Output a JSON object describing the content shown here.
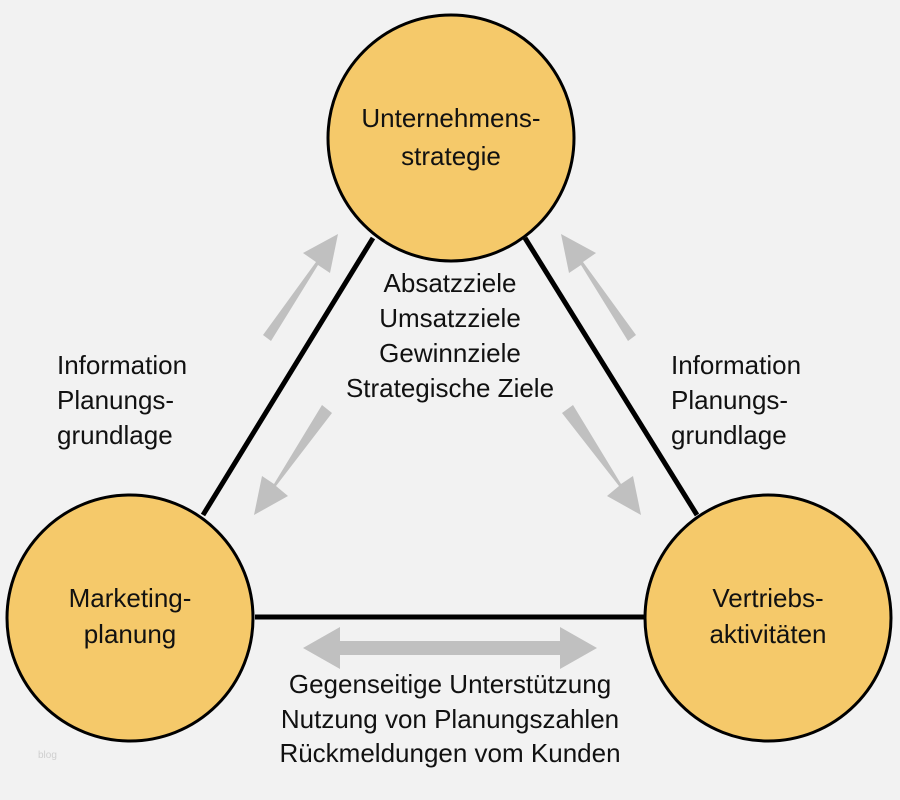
{
  "nodes": {
    "top": {
      "line1": "Unternehmens-",
      "line2": "strategie"
    },
    "left": {
      "line1": "Marketing-",
      "line2": "planung"
    },
    "right": {
      "line1": "Vertriebs-",
      "line2": "aktivitäten"
    }
  },
  "center_labels": [
    "Absatzziele",
    "Umsatzziele",
    "Gewinnziele",
    "Strategische Ziele"
  ],
  "left_labels": [
    "Information",
    "Planungs-",
    "grundlage"
  ],
  "right_labels": [
    "Information",
    "Planungs-",
    "grundlage"
  ],
  "bottom_labels": [
    "Gegenseitige Unterstützung",
    "Nutzung von Planungszahlen",
    "Rückmeldungen vom Kunden"
  ],
  "watermark": "blog",
  "colors": {
    "background": "#f2f2f2",
    "node_fill": "#f5c96a",
    "node_stroke": "#000000",
    "edge": "#000000",
    "arrow": "#c0c0c0"
  }
}
